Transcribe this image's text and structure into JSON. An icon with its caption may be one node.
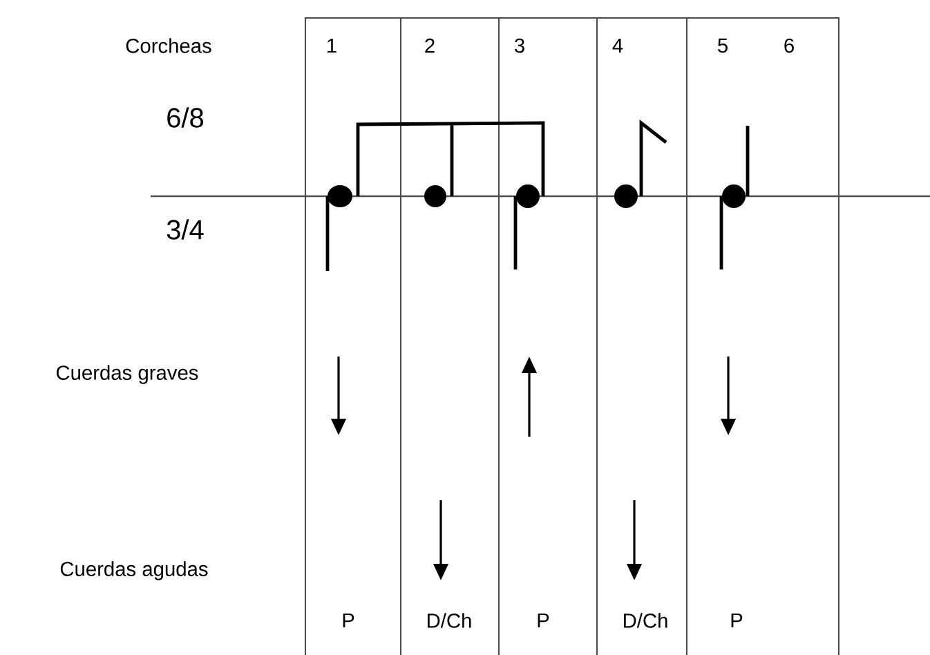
{
  "diagram": {
    "labels": [
      "Corcheas",
      "1",
      "2",
      "3",
      "4",
      "5",
      "6",
      "6/8",
      "3/4",
      "Cuerdas graves",
      "Cuerdas agudas",
      "P",
      "D/Ch",
      "P",
      "D/Ch",
      "P"
    ]
  }
}
